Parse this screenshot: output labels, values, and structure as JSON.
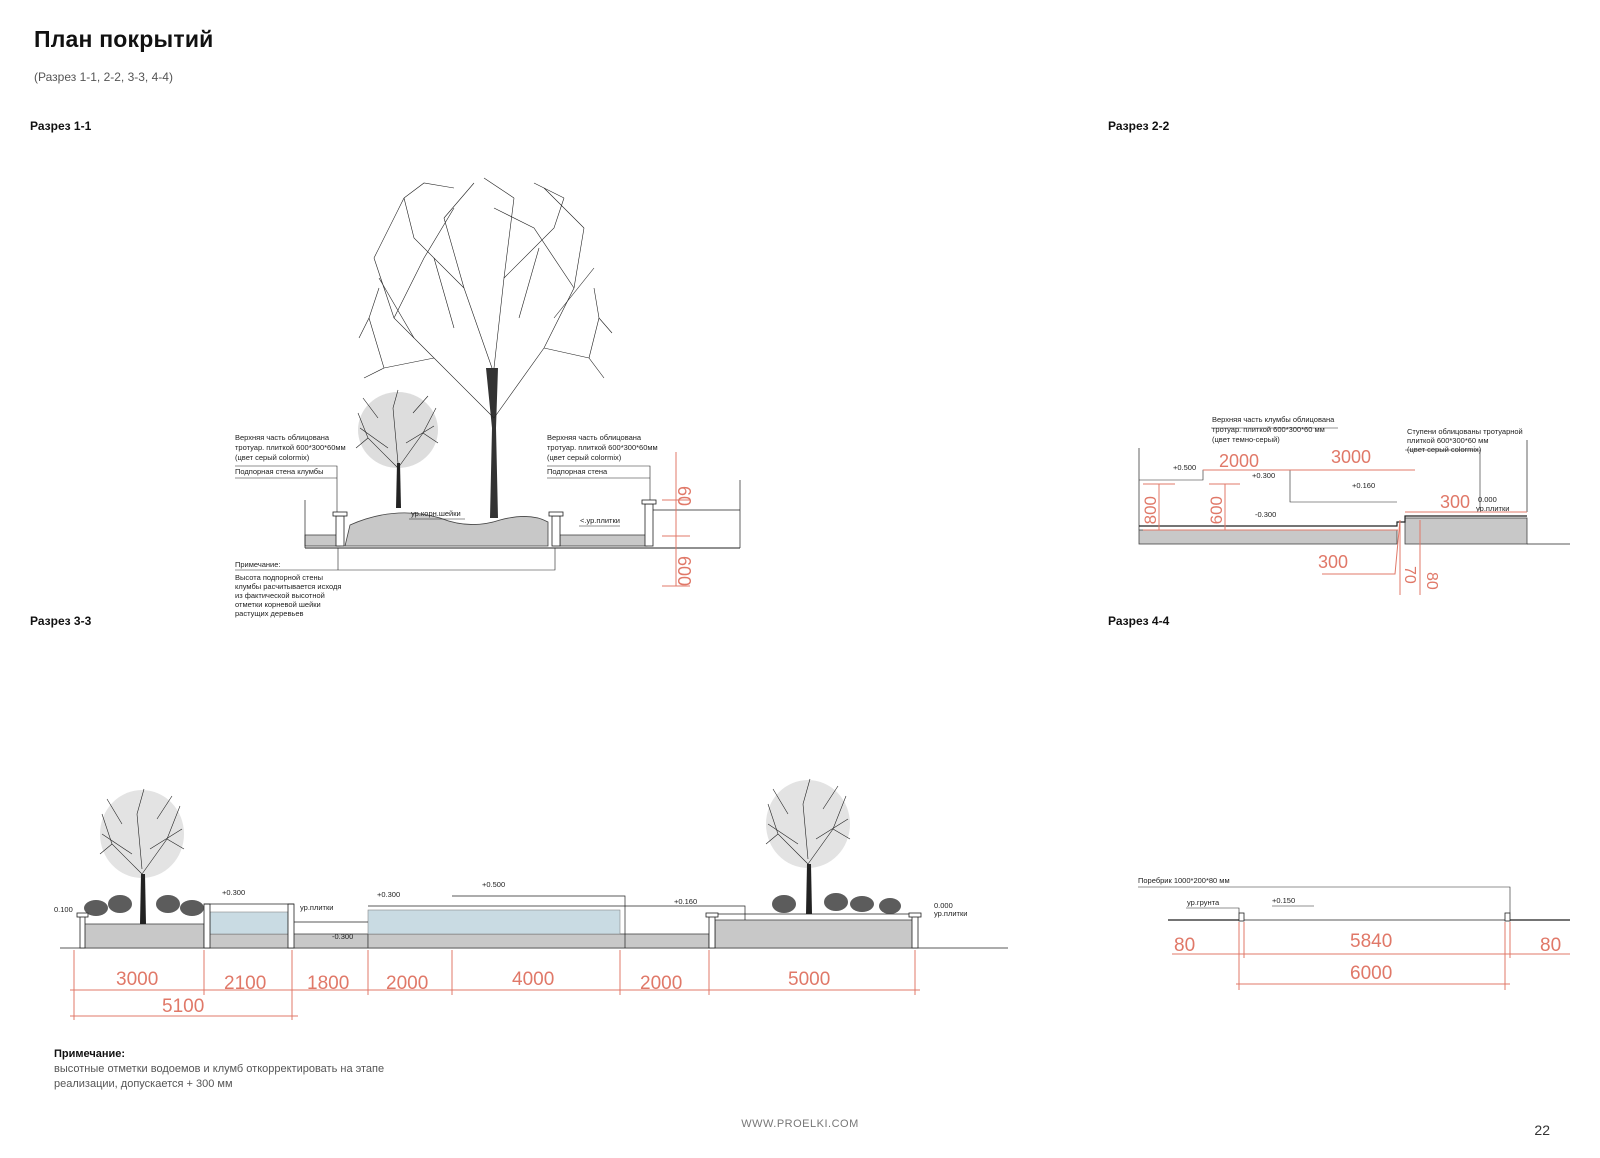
{
  "page": {
    "title": "План покрытий",
    "subtitle": "(Разрез 1-1, 2-2, 3-3, 4-4)",
    "footer": "WWW.PROELKI.COM",
    "page_number": "22"
  },
  "sections": {
    "s11": {
      "label": "Разрез 1-1",
      "labels": {
        "top_left_1": "Верхняя часть облицована",
        "top_left_2": "тротуар. плиткой 600*300*60мм",
        "top_left_3": "(цвет серый colormix)",
        "wall_left": "Подпорная стена клумбы",
        "top_right_1": "Верхняя часть облицована",
        "top_right_2": "тротуар. плиткой 600*300*60мм",
        "top_right_3": "(цвет серый colormix)",
        "wall_right": "Подпорная стена",
        "root_level": "ур.корн.шейки",
        "tile_level": "<.ур.плитки",
        "note_title": "Примечание:",
        "note_1": "Высота подпорной стены",
        "note_2": "клумбы расчитывается исходя",
        "note_3": "из фактической высотной",
        "note_4": "отметки корневой шейки",
        "note_5": "растущих деревьев"
      },
      "dims": {
        "d60": "60",
        "d600": "600"
      }
    },
    "s22": {
      "label": "Разрез 2-2",
      "labels": {
        "top_1": "Верхняя часть клумбы облицована",
        "top_2": "тротуар. плиткой 600*300*60 мм",
        "top_3": "(цвет темно-серый)",
        "steps_1": "Ступени облицованы тротуарной",
        "steps_2": "плиткой 600*300*60 мм",
        "steps_3": "(цвет серый colormix)",
        "lv_p500": "+0.500",
        "lv_p300": "+0.300",
        "lv_p160": "+0.160",
        "lv_m300": "-0.300",
        "lv_0": "0.000",
        "tile": "ур.плитки"
      },
      "dims": {
        "d2000": "2000",
        "d3000": "3000",
        "d800": "800",
        "d600": "600",
        "d300a": "300",
        "d300b": "300",
        "d70": "70",
        "d80": "80"
      }
    },
    "s33": {
      "label": "Разрез 3-3",
      "labels": {
        "lv_left": "0.100",
        "lv_p300a": "+0.300",
        "tile": "ур.плитки",
        "lv_p300b": "+0.300",
        "lv_m300": "-0.300",
        "lv_p500": "+0.500",
        "lv_p160": "+0.160",
        "lv_0": "0.000",
        "tile_r": "ур.плитки"
      },
      "dims": {
        "d3000": "3000",
        "d2100": "2100",
        "d1800": "1800",
        "d2000a": "2000",
        "d4000": "4000",
        "d2000b": "2000",
        "d5000": "5000",
        "d5100": "5100"
      }
    },
    "s44": {
      "label": "Разрез 4-4",
      "labels": {
        "curb": "Поребрик 1000*200*80 мм",
        "ground": "ур.грунта",
        "lv": "+0.150"
      },
      "dims": {
        "d80a": "80",
        "d5840": "5840",
        "d80b": "80",
        "d6000": "6000"
      }
    }
  },
  "note": {
    "title": "Примечание:",
    "line1": "высотные отметки водоемов и клумб  откорректировать на этапе",
    "line2": "реализации, допускается + 300 мм"
  },
  "colors": {
    "dimension": "#e07868",
    "ground_fill": "#c8c8c8",
    "water_fill": "#c9dbe3"
  }
}
